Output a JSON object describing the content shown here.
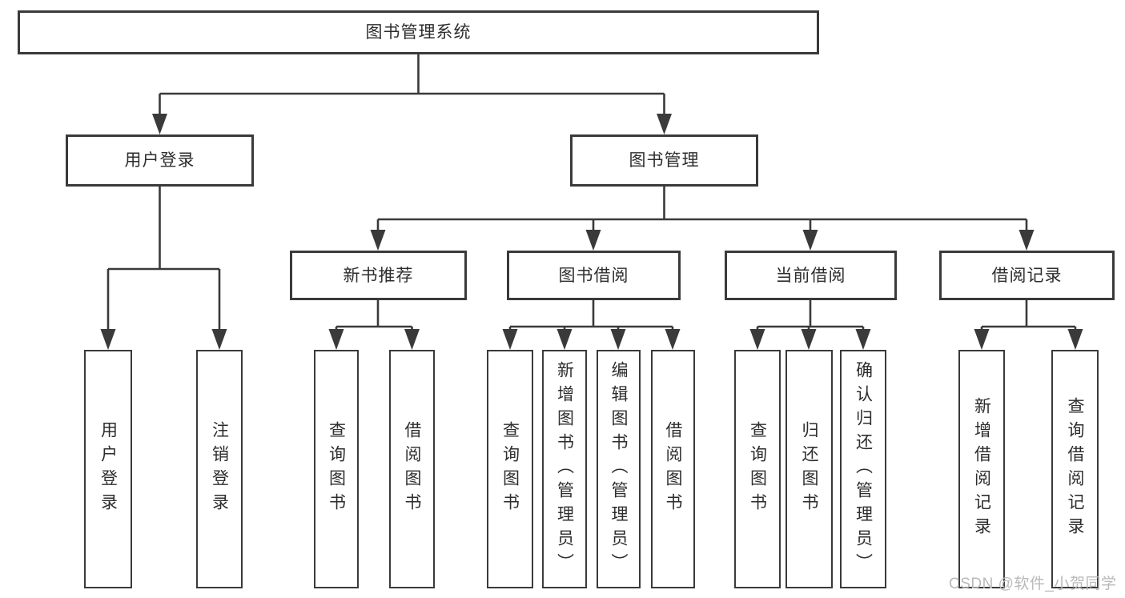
{
  "diagram": {
    "title": "图书管理系统",
    "branches": [
      {
        "label": "用户登录",
        "leaves": [
          "用户登录",
          "注销登录"
        ]
      },
      {
        "label": "图书管理",
        "children": [
          {
            "label": "新书推荐",
            "leaves": [
              "查询图书",
              "借阅图书"
            ]
          },
          {
            "label": "图书借阅",
            "leaves": [
              "查询图书",
              "新增图书（管理员）",
              "编辑图书（管理员）",
              "借阅图书"
            ]
          },
          {
            "label": "当前借阅",
            "leaves": [
              "查询图书",
              "归还图书",
              "确认归还（管理员）"
            ]
          },
          {
            "label": "借阅记录",
            "leaves": [
              "新增借阅记录",
              "查询借阅记录"
            ]
          }
        ]
      }
    ]
  },
  "watermark": {
    "text": "CSDN @软件_小贺同学"
  },
  "colors": {
    "line": "#3a3a3a",
    "box_border": "#3a3a3a",
    "text": "#2d2d2d",
    "watermark": "#b9b9b9",
    "background": "#ffffff"
  }
}
